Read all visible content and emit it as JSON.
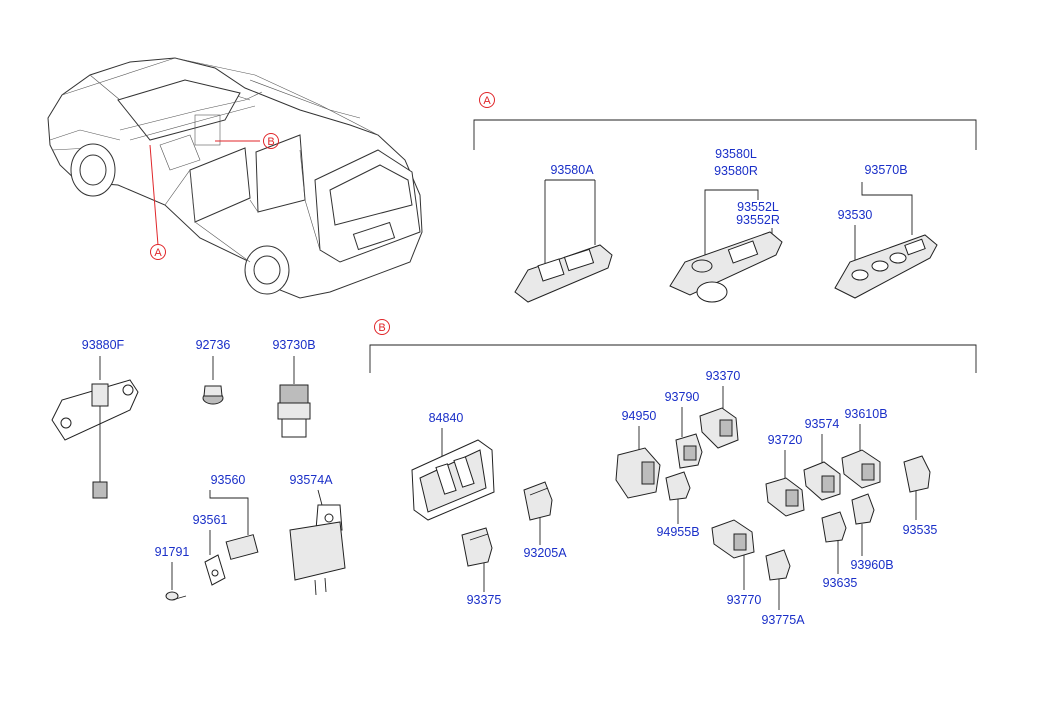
{
  "callouts": {
    "a": "A",
    "b": "B"
  },
  "section_a": {
    "label": "A",
    "parts": [
      "93580A",
      "93580L",
      "93580R",
      "93552L",
      "93552R",
      "93570B",
      "93530"
    ]
  },
  "section_b": {
    "label": "B",
    "parts": [
      "84840",
      "93205A",
      "93375",
      "94950",
      "94955B",
      "93790",
      "93370",
      "93720",
      "93574",
      "93610B",
      "93535",
      "93770",
      "93775A",
      "93635",
      "93960B"
    ]
  },
  "loose_parts": [
    "93880F",
    "92736",
    "93730B",
    "93560",
    "93561",
    "91791",
    "93574A"
  ],
  "colors": {
    "part_number": "#1a2fc8",
    "callout": "#e0262a",
    "line": "#222222"
  }
}
